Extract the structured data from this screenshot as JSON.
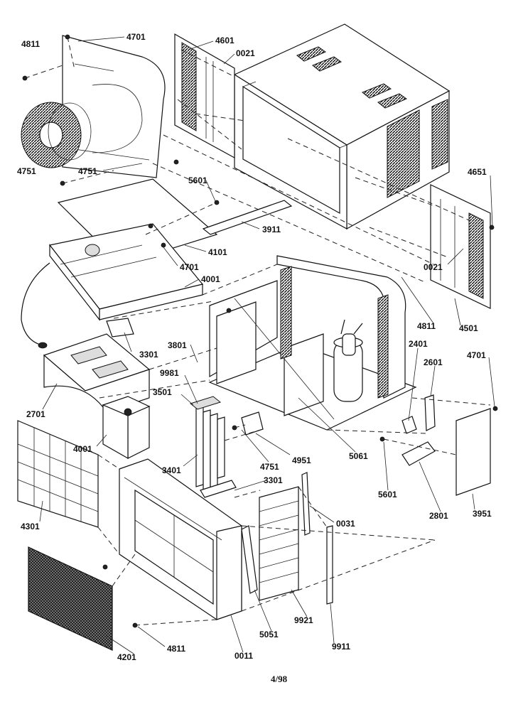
{
  "page_number": "4/98",
  "part_labels": [
    {
      "id": "4811a",
      "text": "4811"
    },
    {
      "id": "4701a",
      "text": "4701"
    },
    {
      "id": "4601",
      "text": "4601"
    },
    {
      "id": "0021a",
      "text": "0021"
    },
    {
      "id": "4751a",
      "text": "4751"
    },
    {
      "id": "4751b",
      "text": "4751"
    },
    {
      "id": "5601a",
      "text": "5601"
    },
    {
      "id": "4651",
      "text": "4651"
    },
    {
      "id": "3911",
      "text": "3911"
    },
    {
      "id": "4101",
      "text": "4101"
    },
    {
      "id": "4701b",
      "text": "4701"
    },
    {
      "id": "0021b",
      "text": "0021"
    },
    {
      "id": "4001a",
      "text": "4001"
    },
    {
      "id": "4811b",
      "text": "4811"
    },
    {
      "id": "4501",
      "text": "4501"
    },
    {
      "id": "3301a",
      "text": "3301"
    },
    {
      "id": "3801",
      "text": "3801"
    },
    {
      "id": "2401",
      "text": "2401"
    },
    {
      "id": "4701c",
      "text": "4701"
    },
    {
      "id": "9981",
      "text": "9981"
    },
    {
      "id": "2601",
      "text": "2601"
    },
    {
      "id": "3501",
      "text": "3501"
    },
    {
      "id": "2701",
      "text": "2701"
    },
    {
      "id": "4001b",
      "text": "4001"
    },
    {
      "id": "4951",
      "text": "4951"
    },
    {
      "id": "5061",
      "text": "5061"
    },
    {
      "id": "3401",
      "text": "3401"
    },
    {
      "id": "4751c",
      "text": "4751"
    },
    {
      "id": "5601b",
      "text": "5601"
    },
    {
      "id": "3301b",
      "text": "3301"
    },
    {
      "id": "2801",
      "text": "2801"
    },
    {
      "id": "3951",
      "text": "3951"
    },
    {
      "id": "4301",
      "text": "4301"
    },
    {
      "id": "0031",
      "text": "0031"
    },
    {
      "id": "9921",
      "text": "9921"
    },
    {
      "id": "5051",
      "text": "5051"
    },
    {
      "id": "4811c",
      "text": "4811"
    },
    {
      "id": "4201",
      "text": "4201"
    },
    {
      "id": "0011",
      "text": "0011"
    },
    {
      "id": "9911",
      "text": "9911"
    }
  ]
}
